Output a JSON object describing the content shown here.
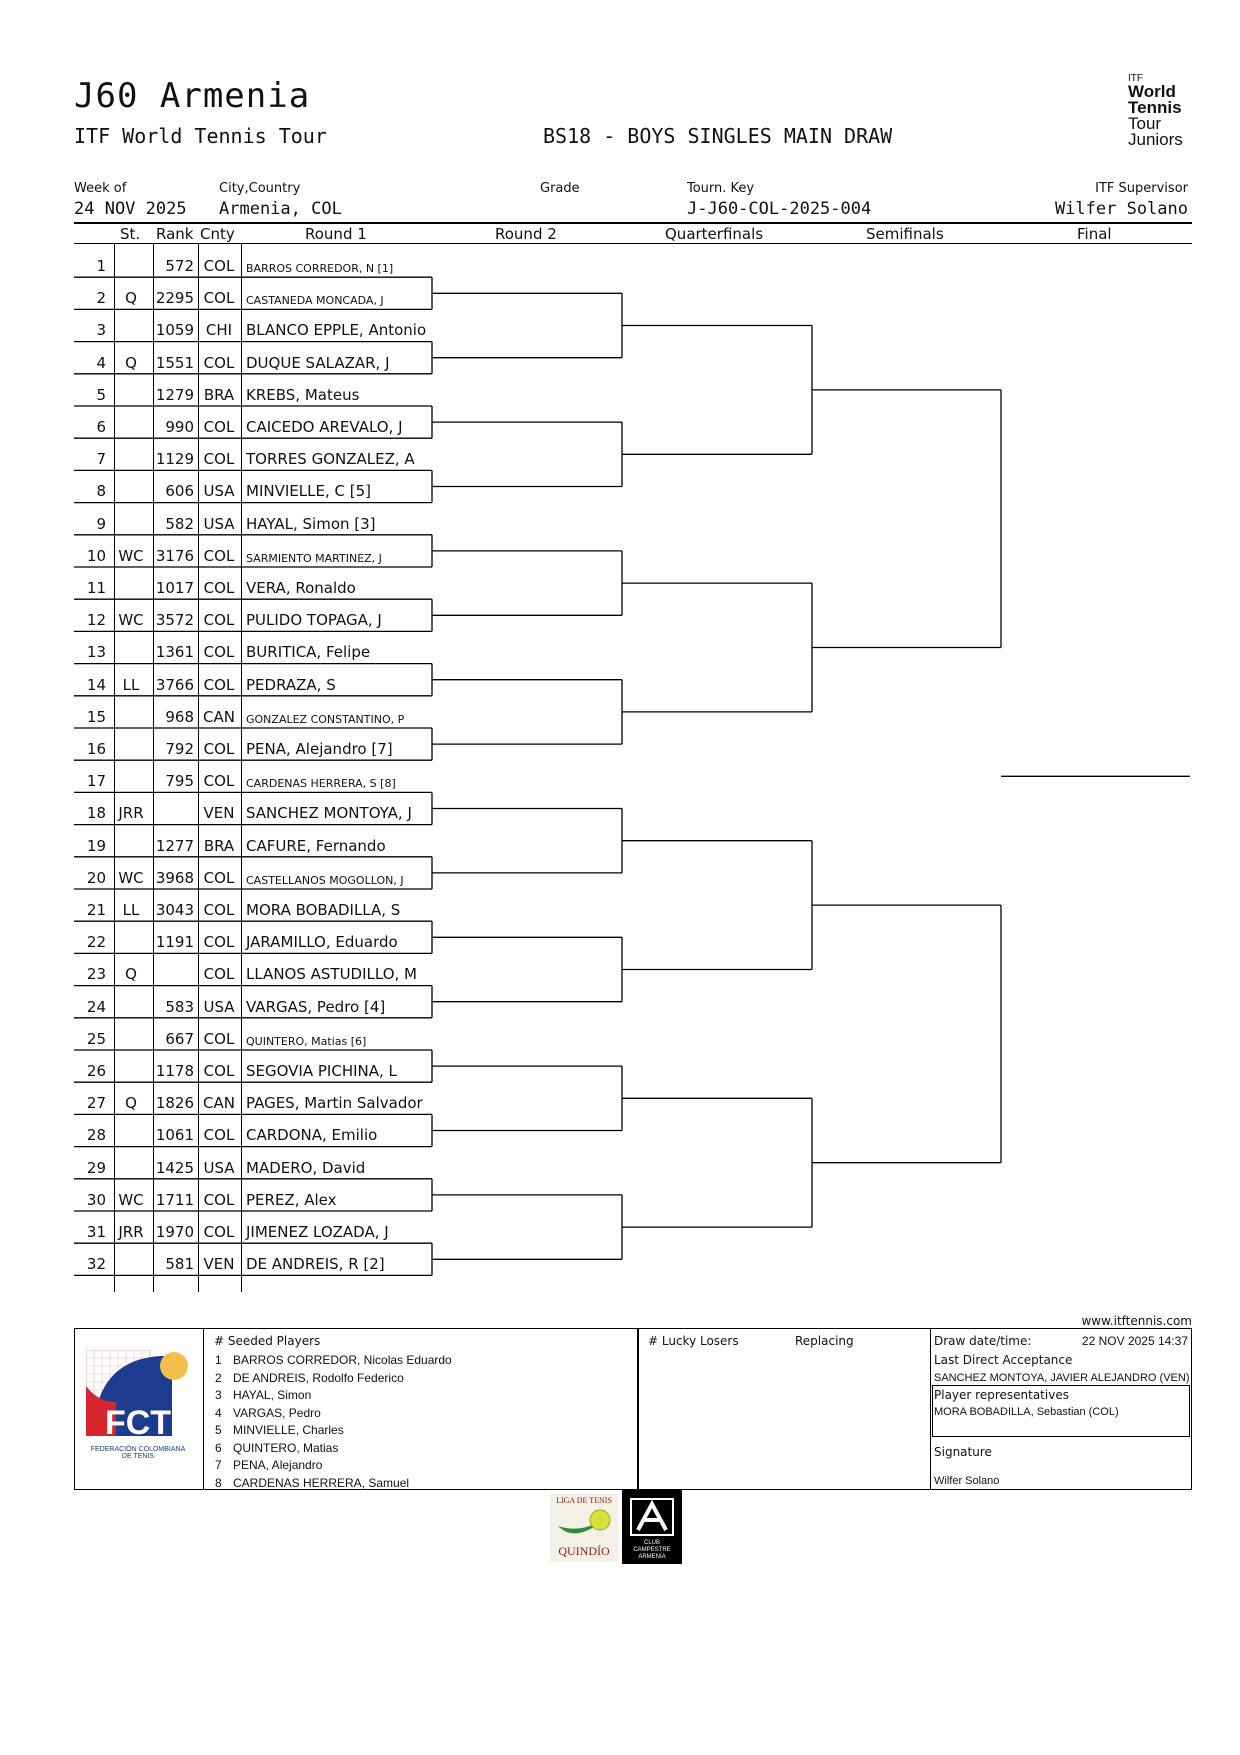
{
  "header": {
    "title": "J60 Armenia",
    "subtitle": "ITF World Tennis Tour",
    "draw_name": "BS18 - BOYS SINGLES MAIN DRAW",
    "logo_lines": [
      "ITF",
      "World",
      "Tennis",
      "Tour",
      "Juniors"
    ]
  },
  "meta": {
    "week_label": "Week of",
    "week_value": "24 NOV 2025",
    "city_label": "City,Country",
    "city_value": "Armenia, COL",
    "grade_label": "Grade",
    "grade_value": "",
    "key_label": "Tourn. Key",
    "key_value": "J-J60-COL-2025-004",
    "supervisor_label": "ITF Supervisor",
    "supervisor_value": "Wilfer Solano"
  },
  "columns": {
    "st": "St.",
    "rank": "Rank",
    "cnty": "Cnty",
    "round1": "Round 1",
    "round2": "Round 2",
    "qf": "Quarterfinals",
    "sf": "Semifinals",
    "final": "Final"
  },
  "players": [
    {
      "num": "1",
      "st": "",
      "rank": "572",
      "cnty": "COL",
      "name": "BARROS CORREDOR, N [1]",
      "small": true
    },
    {
      "num": "2",
      "st": "Q",
      "rank": "2295",
      "cnty": "COL",
      "name": "CASTANEDA MONCADA, J",
      "small": true
    },
    {
      "num": "3",
      "st": "",
      "rank": "1059",
      "cnty": "CHI",
      "name": "BLANCO EPPLE, Antonio",
      "small": false
    },
    {
      "num": "4",
      "st": "Q",
      "rank": "1551",
      "cnty": "COL",
      "name": "DUQUE SALAZAR, J",
      "small": false
    },
    {
      "num": "5",
      "st": "",
      "rank": "1279",
      "cnty": "BRA",
      "name": "KREBS, Mateus",
      "small": false
    },
    {
      "num": "6",
      "st": "",
      "rank": "990",
      "cnty": "COL",
      "name": "CAICEDO AREVALO, J",
      "small": false
    },
    {
      "num": "7",
      "st": "",
      "rank": "1129",
      "cnty": "COL",
      "name": "TORRES GONZALEZ, A",
      "small": false
    },
    {
      "num": "8",
      "st": "",
      "rank": "606",
      "cnty": "USA",
      "name": "MINVIELLE, C [5]",
      "small": false
    },
    {
      "num": "9",
      "st": "",
      "rank": "582",
      "cnty": "USA",
      "name": "HAYAL, Simon [3]",
      "small": false
    },
    {
      "num": "10",
      "st": "WC",
      "rank": "3176",
      "cnty": "COL",
      "name": "SARMIENTO MARTINEZ, J",
      "small": true
    },
    {
      "num": "11",
      "st": "",
      "rank": "1017",
      "cnty": "COL",
      "name": "VERA, Ronaldo",
      "small": false
    },
    {
      "num": "12",
      "st": "WC",
      "rank": "3572",
      "cnty": "COL",
      "name": "PULIDO TOPAGA, J",
      "small": false
    },
    {
      "num": "13",
      "st": "",
      "rank": "1361",
      "cnty": "COL",
      "name": "BURITICA, Felipe",
      "small": false
    },
    {
      "num": "14",
      "st": "LL",
      "rank": "3766",
      "cnty": "COL",
      "name": "PEDRAZA, S",
      "small": false
    },
    {
      "num": "15",
      "st": "",
      "rank": "968",
      "cnty": "CAN",
      "name": "GONZALEZ CONSTANTINO, P",
      "small": true
    },
    {
      "num": "16",
      "st": "",
      "rank": "792",
      "cnty": "COL",
      "name": "PENA, Alejandro [7]",
      "small": false
    },
    {
      "num": "17",
      "st": "",
      "rank": "795",
      "cnty": "COL",
      "name": "CARDENAS HERRERA, S [8]",
      "small": true
    },
    {
      "num": "18",
      "st": "JRR",
      "rank": "",
      "cnty": "VEN",
      "name": "SANCHEZ MONTOYA, J",
      "small": false
    },
    {
      "num": "19",
      "st": "",
      "rank": "1277",
      "cnty": "BRA",
      "name": "CAFURE, Fernando",
      "small": false
    },
    {
      "num": "20",
      "st": "WC",
      "rank": "3968",
      "cnty": "COL",
      "name": "CASTELLANOS MOGOLLON, J",
      "small": true
    },
    {
      "num": "21",
      "st": "LL",
      "rank": "3043",
      "cnty": "COL",
      "name": "MORA BOBADILLA, S",
      "small": false
    },
    {
      "num": "22",
      "st": "",
      "rank": "1191",
      "cnty": "COL",
      "name": "JARAMILLO, Eduardo",
      "small": false
    },
    {
      "num": "23",
      "st": "Q",
      "rank": "",
      "cnty": "COL",
      "name": "LLANOS ASTUDILLO, M",
      "small": false
    },
    {
      "num": "24",
      "st": "",
      "rank": "583",
      "cnty": "USA",
      "name": "VARGAS, Pedro [4]",
      "small": false
    },
    {
      "num": "25",
      "st": "",
      "rank": "667",
      "cnty": "COL",
      "name": "QUINTERO, Matias [6]",
      "small": true
    },
    {
      "num": "26",
      "st": "",
      "rank": "1178",
      "cnty": "COL",
      "name": "SEGOVIA PICHINA, L",
      "small": false
    },
    {
      "num": "27",
      "st": "Q",
      "rank": "1826",
      "cnty": "CAN",
      "name": "PAGES, Martin Salvador",
      "small": false
    },
    {
      "num": "28",
      "st": "",
      "rank": "1061",
      "cnty": "COL",
      "name": "CARDONA, Emilio",
      "small": false
    },
    {
      "num": "29",
      "st": "",
      "rank": "1425",
      "cnty": "USA",
      "name": "MADERO, David",
      "small": false
    },
    {
      "num": "30",
      "st": "WC",
      "rank": "1711",
      "cnty": "COL",
      "name": "PEREZ, Alex",
      "small": false
    },
    {
      "num": "31",
      "st": "JRR",
      "rank": "1970",
      "cnty": "COL",
      "name": "JIMENEZ LOZADA, J",
      "small": false
    },
    {
      "num": "32",
      "st": "",
      "rank": "581",
      "cnty": "VEN",
      "name": "DE ANDREIS, R [2]",
      "small": false
    }
  ],
  "footer": {
    "website": "www.itftennis.com",
    "seeded_header": "#   Seeded Players",
    "seeds": [
      {
        "n": "1",
        "name": "BARROS CORREDOR, Nicolas Eduardo"
      },
      {
        "n": "2",
        "name": "DE ANDREIS, Rodolfo Federico"
      },
      {
        "n": "3",
        "name": "HAYAL, Simon"
      },
      {
        "n": "4",
        "name": "VARGAS, Pedro"
      },
      {
        "n": "5",
        "name": "MINVIELLE, Charles"
      },
      {
        "n": "6",
        "name": "QUINTERO, Matias"
      },
      {
        "n": "7",
        "name": "PENA, Alejandro"
      },
      {
        "n": "8",
        "name": "CARDENAS HERRERA, Samuel"
      }
    ],
    "lucky_header": "# Lucky Losers",
    "replacing_header": "Replacing",
    "draw_date_label": "Draw date/time:",
    "draw_date_value": "22 NOV 2025 14:37",
    "lda_label": "Last Direct Acceptance",
    "lda_value": "SANCHEZ MONTOYA, JAVIER ALEJANDRO (VEN)",
    "player_rep_label": "Player representatives",
    "player_rep_value": "MORA BOBADILLA, Sebastian (COL)",
    "signature_label": "Signature",
    "signature_value": "Wilfer Solano",
    "fct_logo_text": "FCT",
    "fct_logo_sub": "FEDERACIÓN COLOMBIANA DE TENIS",
    "liga_logo_top": "LIGA DE TENIS",
    "liga_logo_bottom": "QUINDÍO",
    "club_logo_text": "CLUB CAMPESTRE ARMENIA"
  }
}
